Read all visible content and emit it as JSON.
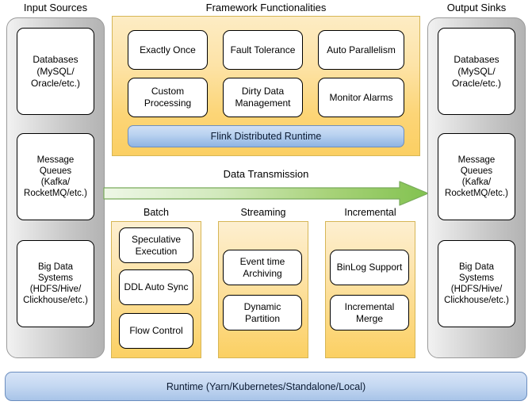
{
  "diagram": {
    "title_left": "Input Sources",
    "title_center": "Framework Functionalities",
    "title_right": "Output Sinks",
    "arrow_label": "Data Transmission",
    "runtime_bar_label": "Runtime (Yarn/Kubernetes/Standalone/Local)",
    "flink_runtime_label": "Flink Distributed Runtime"
  },
  "colors": {
    "panel_yellow": "#fbd063",
    "panel_yellow_light": "#fdecc4",
    "panel_gray": "#c9c9c9",
    "blue_bar": "#8fb4e3",
    "blue_border": "#6c8ebf",
    "arrow_green_light": "#e2f0d9",
    "arrow_green": "#8bc34a",
    "node_border": "#000000",
    "yellow_border": "#d6b656"
  },
  "input_sources": {
    "caption": "Input Sources",
    "items": [
      {
        "label": "Databases\n(MySQL/\nOracle/etc.)",
        "line1": "Databases",
        "line2": "(MySQL/",
        "line3": "Oracle/etc.)"
      },
      {
        "label": "Message Queues (Kafka/RocketMQ/etc.)",
        "line1": "Message",
        "line2": "Queues",
        "line3": "(Kafka/",
        "line4": "RocketMQ/etc.)"
      },
      {
        "label": "Big Data Systems (HDFS/Hive/Clickhouse/etc.)",
        "line1": "Big Data",
        "line2": "Systems",
        "line3": "(HDFS/Hive/",
        "line4": "Clickhouse/etc.)"
      }
    ]
  },
  "output_sinks": {
    "caption": "Output Sinks",
    "items": [
      {
        "label": "Databases (MySQL/Oracle/etc.)",
        "line1": "Databases",
        "line2": "(MySQL/",
        "line3": "Oracle/etc.)"
      },
      {
        "label": "Message Queues (Kafka/RocketMQ/etc.)",
        "line1": "Message",
        "line2": "Queues",
        "line3": "(Kafka/",
        "line4": "RocketMQ/etc.)"
      },
      {
        "label": "Big Data Systems (HDFS/Hive/Clickhouse/etc.)",
        "line1": "Big Data",
        "line2": "Systems",
        "line3": "(HDFS/Hive/",
        "line4": "Clickhouse/etc.)"
      }
    ]
  },
  "framework": {
    "caption": "Framework Functionalities",
    "features": [
      {
        "label": "Exactly Once"
      },
      {
        "label": "Fault Tolerance"
      },
      {
        "label": "Auto Parallelism"
      },
      {
        "label": "Custom Processing",
        "line1": "Custom",
        "line2": "Processing"
      },
      {
        "label": "Dirty Data Management",
        "line1": "Dirty Data",
        "line2": "Management"
      },
      {
        "label": "Monitor Alarms"
      }
    ],
    "runtime_label": "Flink Distributed Runtime"
  },
  "transmission": {
    "label": "Data Transmission",
    "direction": "left-to-right"
  },
  "modes": [
    {
      "caption": "Batch",
      "items": [
        {
          "label": "Speculative Execution",
          "line1": "Speculative",
          "line2": "Execution"
        },
        {
          "label": "DDL Auto Sync"
        },
        {
          "label": "Flow Control"
        }
      ]
    },
    {
      "caption": "Streaming",
      "items": [
        {
          "label": "Event time Archiving",
          "line1": "Event time",
          "line2": "Archiving"
        },
        {
          "label": "Dynamic Partition"
        }
      ]
    },
    {
      "caption": "Incremental",
      "items": [
        {
          "label": "BinLog Support"
        },
        {
          "label": "Incremental Merge",
          "line1": "Incremental",
          "line2": "Merge"
        }
      ]
    }
  ],
  "runtime": {
    "label": "Runtime (Yarn/Kubernetes/Standalone/Local)"
  }
}
